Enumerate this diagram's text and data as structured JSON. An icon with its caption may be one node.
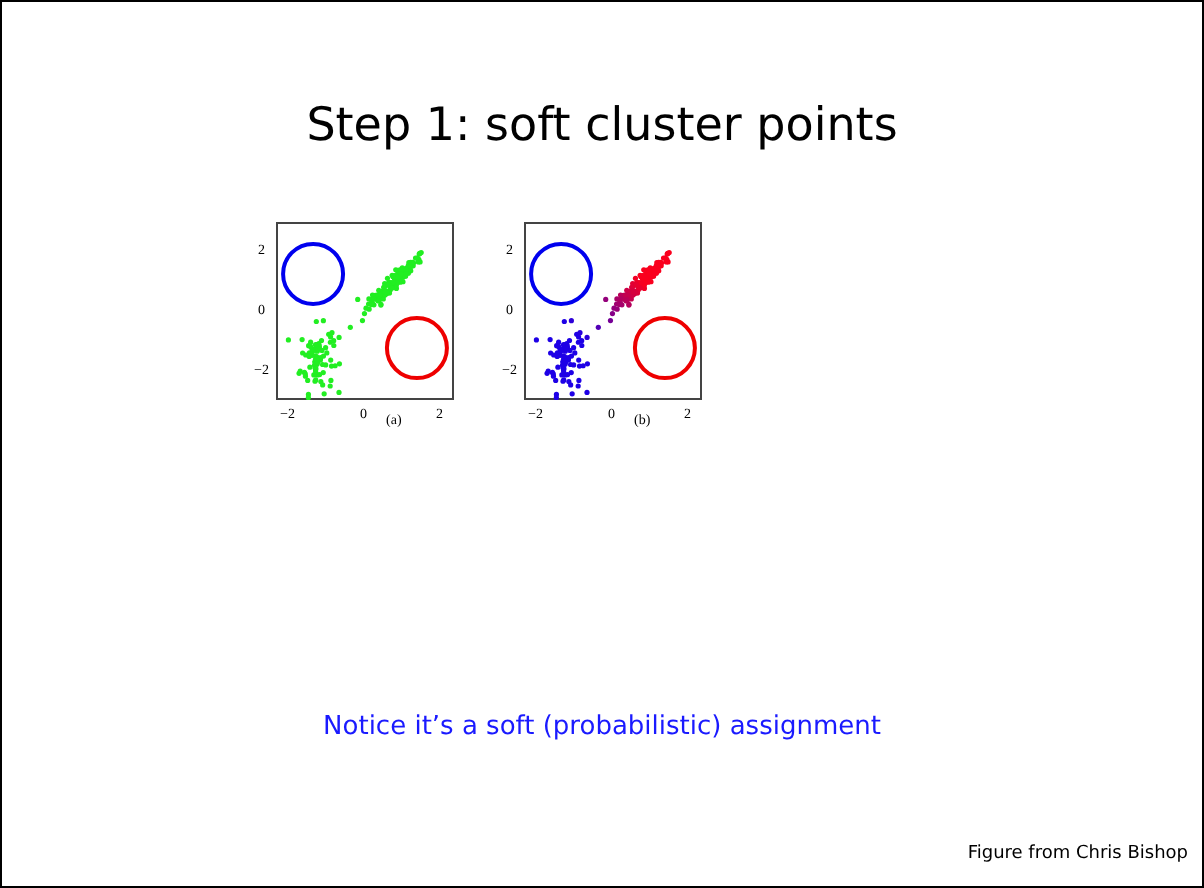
{
  "diagram": {
    "title": "Step 1: soft cluster points",
    "caption": "Figure from Chris Bishop",
    "labels": [
      "2",
      "0",
      "−2",
      "−2",
      "0",
      "(a)",
      "2",
      "2",
      "0",
      "−2",
      "−2",
      "0",
      "(b)",
      "2",
      "Notice it’s a soft (probabilistic) assignment"
    ]
  }
}
